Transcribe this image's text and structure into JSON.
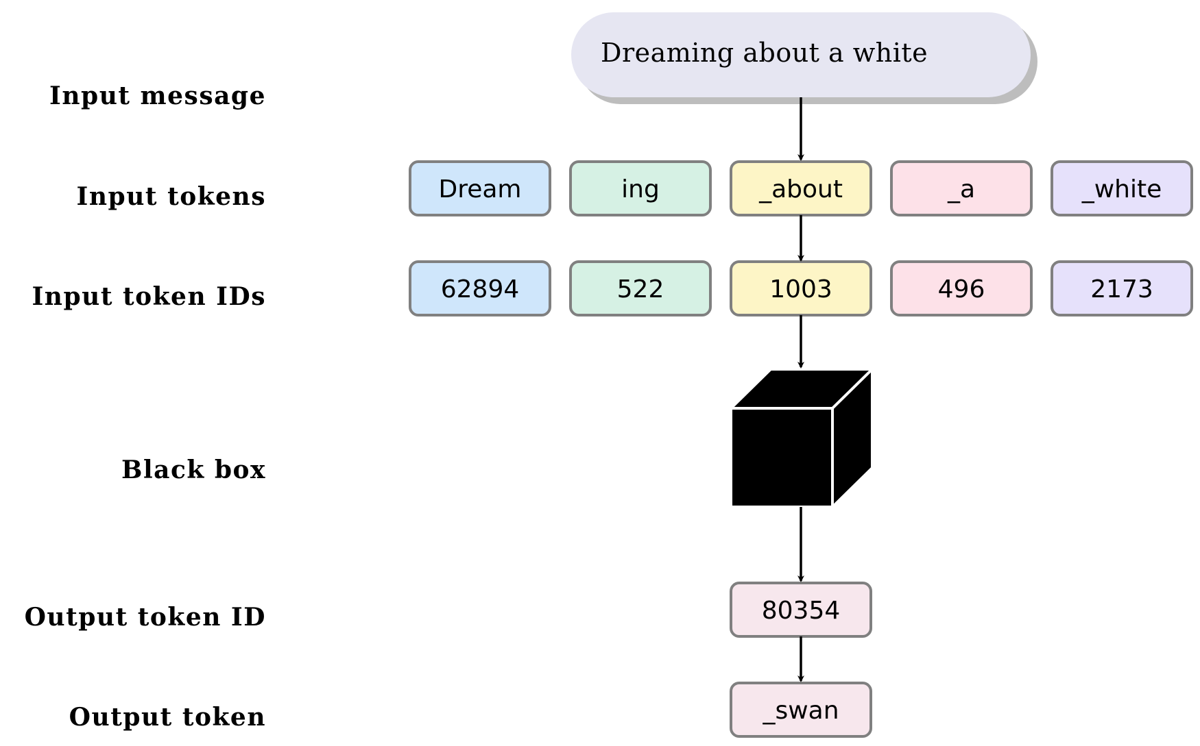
{
  "row_labels": {
    "input_message": "Input message",
    "input_tokens": "Input tokens",
    "input_token_ids": "Input token IDs",
    "black_box": "Black box",
    "output_token_id": "Output token ID",
    "output_token": "Output token"
  },
  "input_message": "Dreaming about a white",
  "input_tokens": [
    {
      "text": "Dream",
      "color": "#cfe6fb"
    },
    {
      "text": "ing",
      "color": "#d6f1e4"
    },
    {
      "text": "_about",
      "color": "#fdf5c6"
    },
    {
      "text": "_a",
      "color": "#fde1e8"
    },
    {
      "text": "_white",
      "color": "#e6e1fb"
    }
  ],
  "input_token_ids": [
    "62894",
    "522",
    "1003",
    "496",
    "2173"
  ],
  "output_token_id": "80354",
  "output_token": "_swan",
  "colors": {
    "message_fill": "#e6e6f2",
    "message_shadow": "#bdbdbd",
    "output_fill": "#f7e7ed",
    "box_border": "#808080",
    "cube": "#000000"
  }
}
